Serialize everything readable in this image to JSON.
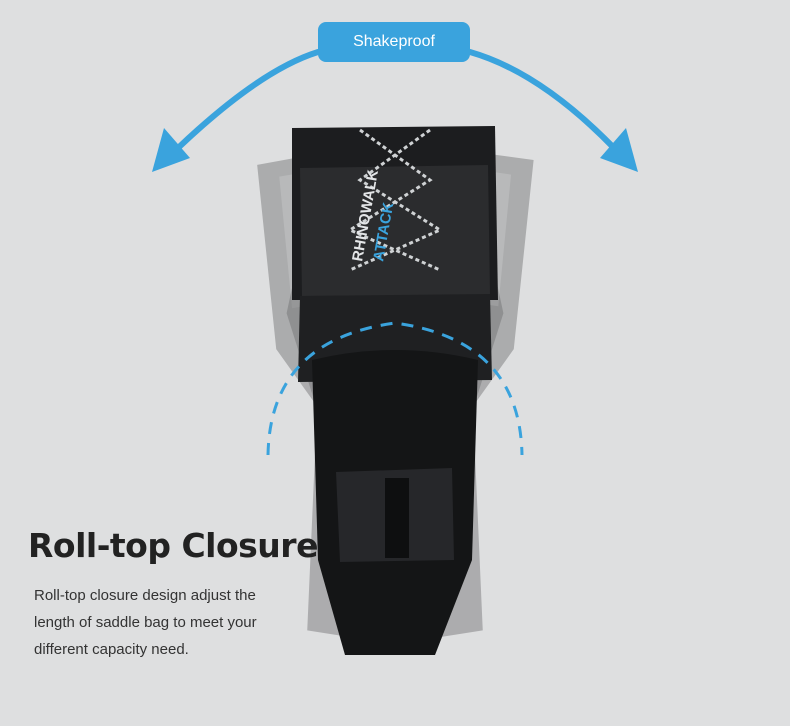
{
  "badge": {
    "label": "Shakeproof"
  },
  "product": {
    "logo_line1": "RHINOWALK",
    "logo_line2": "ATTACK"
  },
  "feature": {
    "title": "Roll-top Closure",
    "description_lines": [
      "Roll-top closure design adjust the",
      "length of saddle bag to meet your",
      "different capacity need."
    ]
  },
  "colors": {
    "background": "#dedfe0",
    "accent": "#3aa3dd",
    "bag": "#1c1d1f",
    "ghost_bag": "#8a8b8c"
  }
}
